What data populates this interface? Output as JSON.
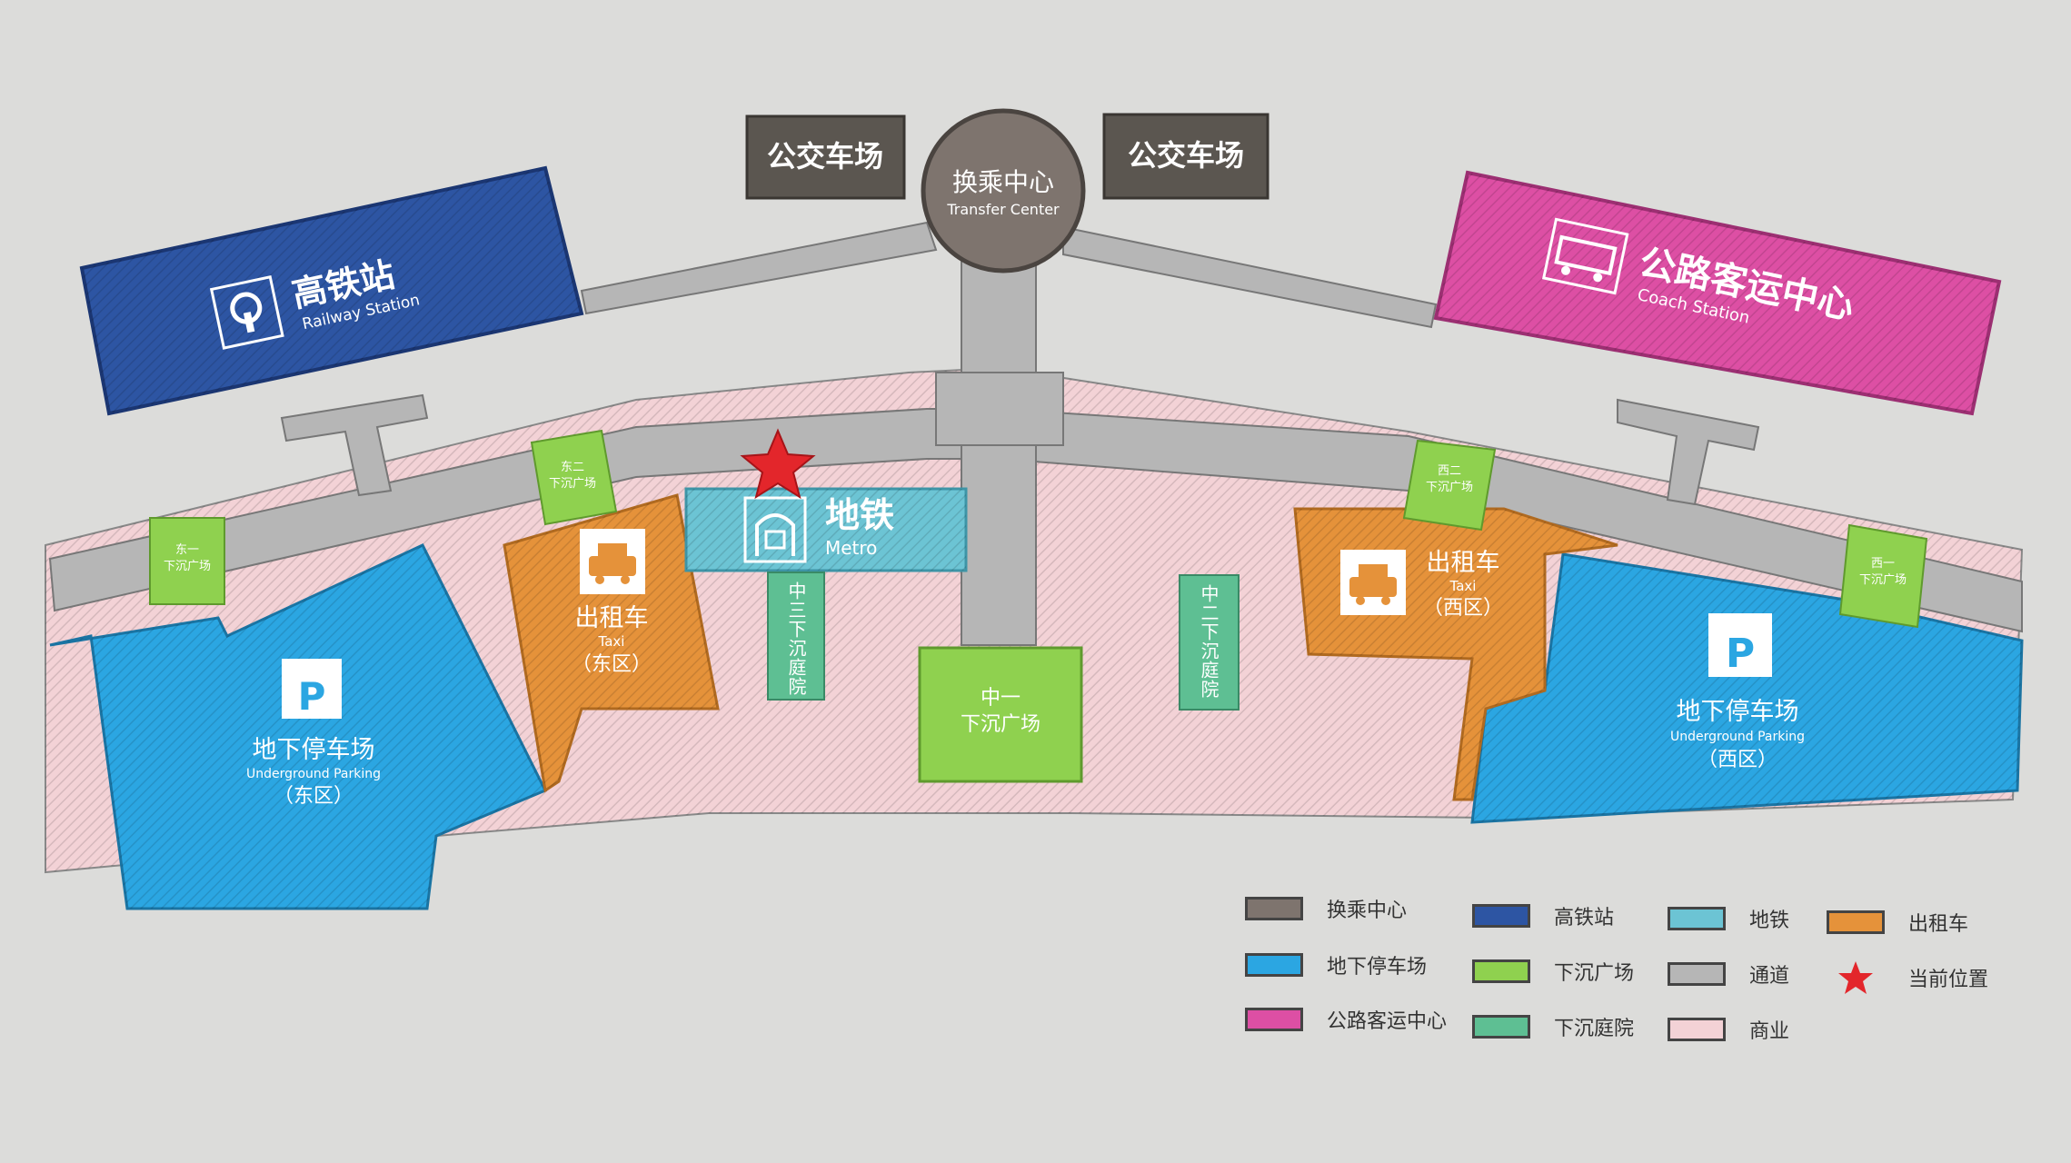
{
  "colors": {
    "background": "#dcdcda",
    "transfer": "#7e746e",
    "railway": "#2d55a3",
    "metro": "#6cc4d4",
    "taxi": "#e5923a",
    "parking": "#2ba6e2",
    "plaza": "#8fd14f",
    "courtyard": "#5ebf93",
    "passage": "#b6b6b6",
    "commercial": "#f3d2d6",
    "coach": "#dd4fa4",
    "bus_dark": "#5b5650",
    "star": "#e3262b"
  },
  "transfer_center": {
    "zh": "换乘中心",
    "en": "Transfer Center"
  },
  "bus_depots": {
    "left": "公交车场",
    "right": "公交车场"
  },
  "railway": {
    "zh": "高铁站",
    "en": "Railway Station",
    "icon": "railway-icon"
  },
  "coach": {
    "zh": "公路客运中心",
    "en": "Coach Station",
    "icon": "bus-icon"
  },
  "metro": {
    "zh": "地铁",
    "en": "Metro",
    "icon": "metro-icon"
  },
  "taxi_east": {
    "zh": "出租车",
    "en": "Taxi",
    "zone": "（东区）",
    "icon": "taxi-icon"
  },
  "taxi_west": {
    "zh": "出租车",
    "en": "Taxi",
    "zone": "（西区）",
    "icon": "taxi-icon"
  },
  "parking_east": {
    "zh": "地下停车场",
    "en": "Underground Parking",
    "zone": "（东区）",
    "icon_letter": "P"
  },
  "parking_west": {
    "zh": "地下停车场",
    "en": "Underground Parking",
    "zone": "（西区）",
    "icon_letter": "P"
  },
  "plazas": {
    "east1": [
      "东一",
      "下沉广场"
    ],
    "east2": [
      "东二",
      "下沉广场"
    ],
    "west1": [
      "西一",
      "下沉广场"
    ],
    "west2": [
      "西二",
      "下沉广场"
    ],
    "center": [
      "中一",
      "下沉广场"
    ]
  },
  "courtyards": {
    "center3": "中三下沉庭院",
    "center2": "中二下沉庭院"
  },
  "legend": {
    "transfer": "换乘中心",
    "railway": "高铁站",
    "metro": "地铁",
    "taxi": "出租车",
    "parking": "地下停车场",
    "plaza": "下沉广场",
    "passage": "通道",
    "current": "当前位置",
    "coach": "公路客运中心",
    "courtyard": "下沉庭院",
    "commercial": "商业"
  }
}
